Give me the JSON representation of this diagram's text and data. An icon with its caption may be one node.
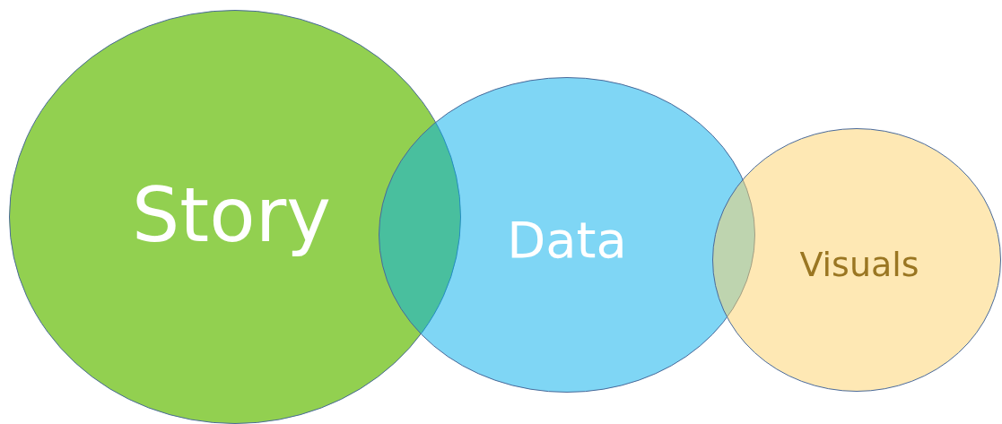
{
  "diagram": {
    "nodes": [
      {
        "text": [
          "Story"
        ]
      },
      {
        "text": [
          "Data"
        ]
      },
      {
        "text": [
          "Visuals"
        ]
      }
    ]
  }
}
